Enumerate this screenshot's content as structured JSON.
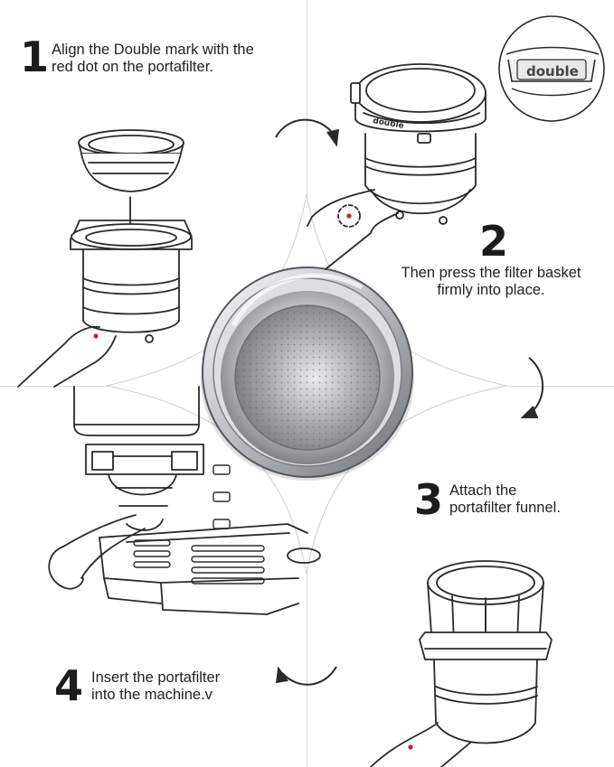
{
  "steps": [
    {
      "number": "1",
      "text": "Align the Double mark with the\nred dot on the portafilter."
    },
    {
      "number": "2",
      "text": "Then press the filter basket\nfirmly into place."
    },
    {
      "number": "3",
      "text": "Attach the\nportafilter funnel."
    },
    {
      "number": "4",
      "text": "Insert the portafilter\ninto the machine.v"
    }
  ],
  "labels": {
    "basket_mark": "double",
    "zoom_mark": "double"
  },
  "colors": {
    "line": "#2a2a2a",
    "red_dot": "#c8202a",
    "divider": "#d9d9d9",
    "steel_dark": "#8a8d92",
    "steel_light": "#e4e6e9"
  }
}
